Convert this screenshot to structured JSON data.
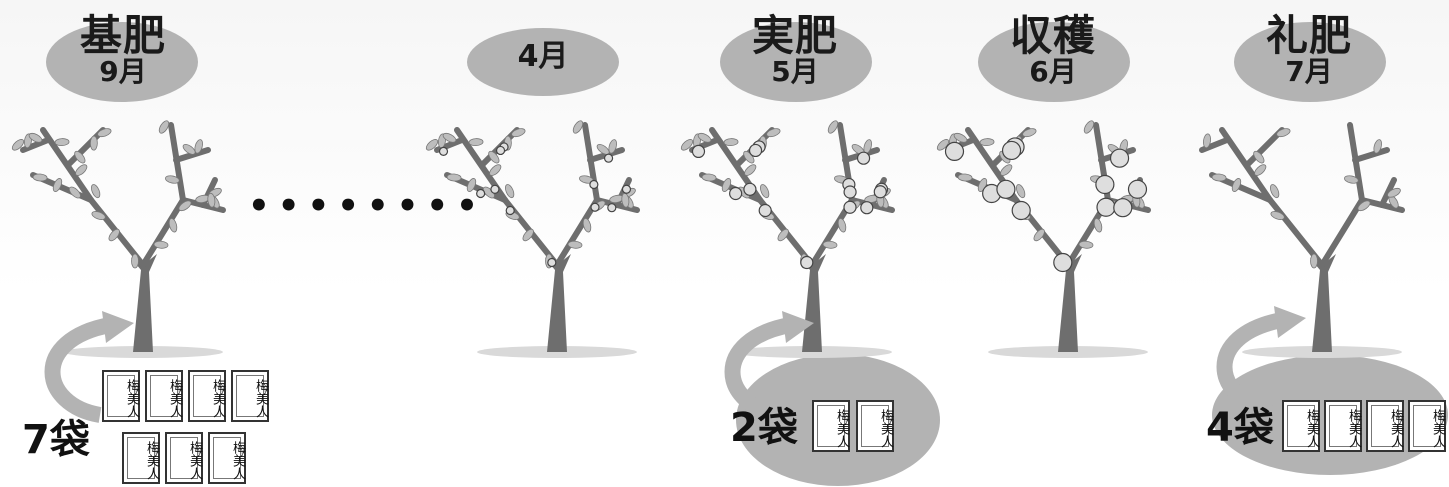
{
  "stages": [
    {
      "title": "基肥",
      "month": "9月",
      "count": "7袋",
      "bags": 7
    },
    {
      "title": "",
      "month": "4月",
      "count": "",
      "bags": 0
    },
    {
      "title": "実肥",
      "month": "5月",
      "count": "2袋",
      "bags": 2
    },
    {
      "title": "収穫",
      "month": "6月",
      "count": "",
      "bags": 0
    },
    {
      "title": "礼肥",
      "month": "7月",
      "count": "4袋",
      "bags": 4
    }
  ],
  "bag_label": "梅美人",
  "colors": {
    "ellipse": "#b3b3b3",
    "trunk": "#6e6e6e",
    "leaf": "#bdbdbd",
    "fruit": "#dedede",
    "shadow": "#d9d9d9"
  }
}
